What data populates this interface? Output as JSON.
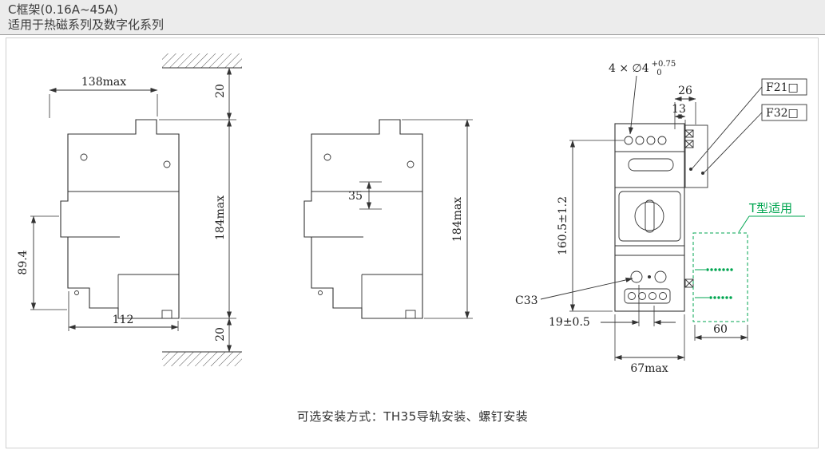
{
  "header": {
    "title": "C框架(0.16A~45A)",
    "subtitle": "适用于热磁系列及数字化系列"
  },
  "footer": {
    "note": "可选安装方式：TH35导轨安装、螺钉安装"
  },
  "views": {
    "left": {
      "w138": "138max",
      "gap_top": "20",
      "h184": "184max",
      "gap_bottom": "20",
      "h89": "89.4",
      "w112": "112"
    },
    "middle": {
      "d35": "35",
      "h184": "184max"
    },
    "front": {
      "holes": "4 × ∅4",
      "tol_up": "+0.75",
      "tol_dn": "0",
      "d26": "26",
      "d13": "13",
      "f21": "F21□",
      "f32": "F32□",
      "t_type": "T型适用",
      "h160": "160.5±1.2",
      "c33": "C33",
      "d19": "19±0.5",
      "d60": "60",
      "w67": "67max"
    }
  },
  "colors": {
    "line": "#333333",
    "green": "#00a550",
    "header_bg": "#ececec",
    "panel_border": "#cfcfcf"
  }
}
